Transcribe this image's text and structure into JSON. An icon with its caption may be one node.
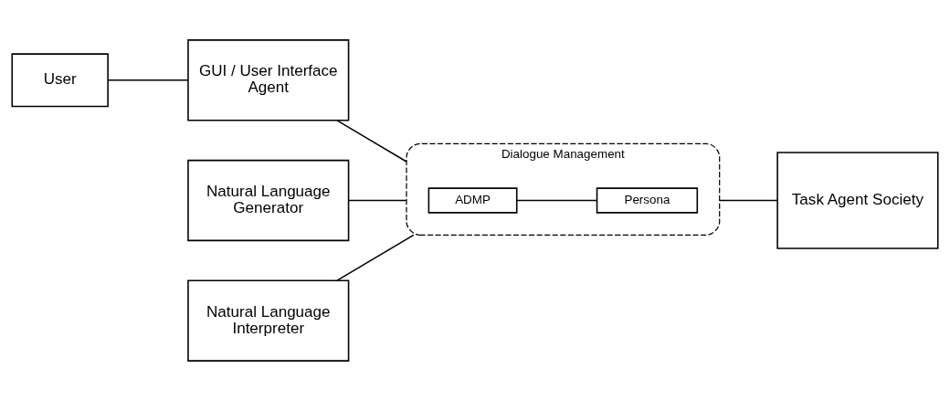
{
  "diagram": {
    "nodes": [
      {
        "text": [
          "User"
        ]
      },
      {
        "text": [
          "Natural Language Generator"
        ]
      },
      {
        "text": [
          "GUI / User Interface Agent"
        ]
      },
      {
        "text": [
          "Natural Language Interpreter"
        ]
      },
      {
        "text": [
          "Dialogue Management"
        ]
      },
      {
        "text": [
          "ADMP"
        ],
        "in": 4
      },
      {
        "text": [
          "Persona"
        ],
        "in": 4
      },
      {
        "text": [
          "Task Agent Society"
        ]
      }
    ],
    "edges": [
      {
        "from": 0,
        "to": 2,
        "arrow": "none"
      },
      {
        "from": 1,
        "to": 4,
        "arrow": "none"
      },
      {
        "from": 2,
        "to": 4,
        "arrow": "none"
      },
      {
        "from": 3,
        "to": 4,
        "arrow": "none"
      },
      {
        "from": 5,
        "to": 6,
        "arrow": "none"
      },
      {
        "from": 4,
        "to": 7,
        "arrow": "none"
      }
    ]
  }
}
